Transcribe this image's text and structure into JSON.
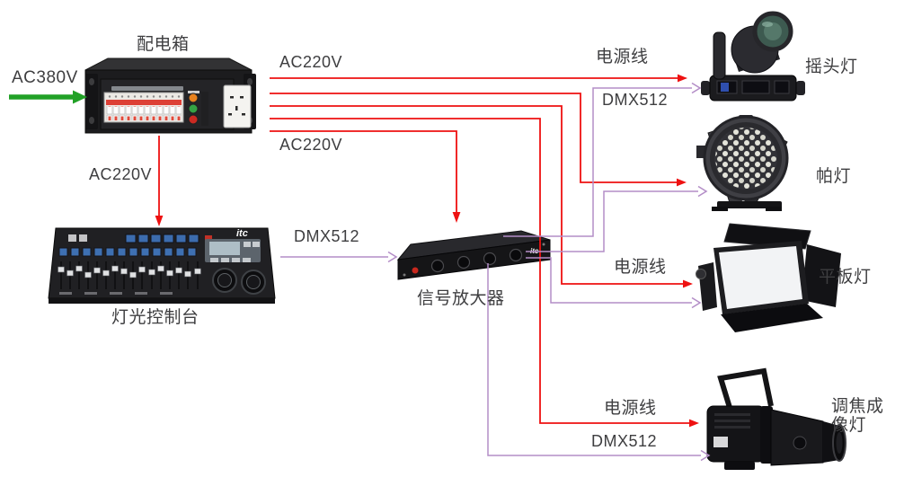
{
  "texts": {
    "ac380v": "AC380V",
    "ac220v_to_movinghead": "AC220V",
    "ac220v_to_amplifier": "AC220V",
    "ac220v_to_console": "AC220V",
    "dmx_console_to_amp": "DMX512",
    "power_movinghead": "电源线",
    "dmx_movinghead": "DMX512",
    "power_panel": "电源线",
    "power_imaging": "电源线",
    "dmx_imaging": "DMX512",
    "imaging_l1": "调焦成",
    "imaging_l2": "像灯",
    "brand": "itc"
  },
  "nodes": [
    {
      "id": "dist-box",
      "label": "配电箱"
    },
    {
      "id": "console",
      "label": "灯光控制台"
    },
    {
      "id": "amplifier",
      "label": "信号放大器"
    },
    {
      "id": "moving-head",
      "label": "摇头灯"
    },
    {
      "id": "par-light",
      "label": "帕灯"
    },
    {
      "id": "panel-light",
      "label": "平板灯"
    },
    {
      "id": "imaging-light",
      "label": "调焦成像灯"
    }
  ],
  "connections": [
    {
      "from": "mains",
      "to": "dist-box",
      "label": "AC380V",
      "type": "mains-power"
    },
    {
      "from": "dist-box",
      "to": "moving-head",
      "label_left": "AC220V",
      "label_right": "电源线",
      "type": "power"
    },
    {
      "from": "dist-box",
      "to": "par-light",
      "type": "power"
    },
    {
      "from": "dist-box",
      "to": "panel-light",
      "label": "电源线",
      "type": "power"
    },
    {
      "from": "dist-box",
      "to": "imaging-light",
      "label": "电源线",
      "type": "power"
    },
    {
      "from": "dist-box",
      "to": "amplifier",
      "label": "AC220V",
      "type": "power"
    },
    {
      "from": "dist-box",
      "to": "console",
      "label": "AC220V",
      "type": "power"
    },
    {
      "from": "console",
      "to": "amplifier",
      "label": "DMX512",
      "type": "dmx"
    },
    {
      "from": "amplifier",
      "to": "moving-head",
      "label": "DMX512",
      "type": "dmx"
    },
    {
      "from": "amplifier",
      "to": "par-light",
      "type": "dmx"
    },
    {
      "from": "amplifier",
      "to": "panel-light",
      "type": "dmx"
    },
    {
      "from": "amplifier",
      "to": "imaging-light",
      "label": "DMX512",
      "type": "dmx"
    }
  ],
  "colors": {
    "power_line": "#ee1111",
    "signal_line": "#b38dc7",
    "mains_arrow": "#21a126",
    "label_text": "#3e3e40"
  }
}
